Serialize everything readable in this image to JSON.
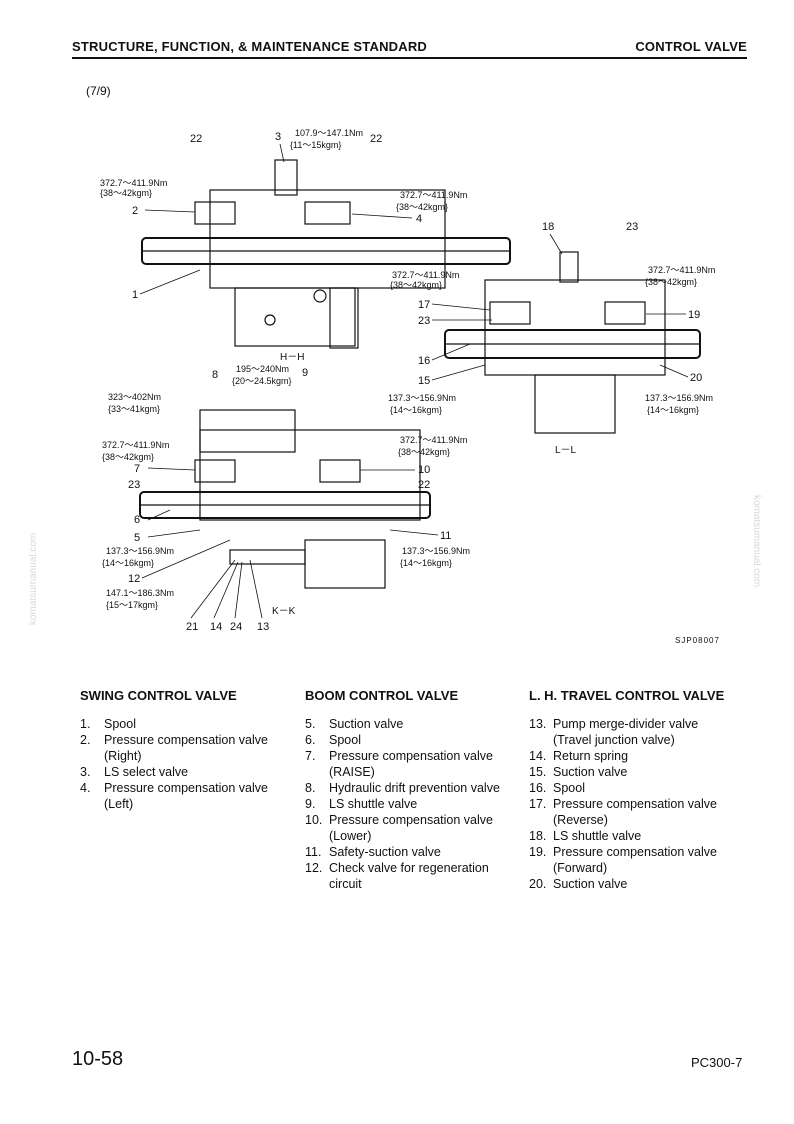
{
  "header": {
    "left": "STRUCTURE, FUNCTION, & MAINTENANCE STANDARD",
    "right": "CONTROL VALVE"
  },
  "page_info": "(7/9)",
  "figure": {
    "code": "SJP08007",
    "sections": {
      "hh": "H－H",
      "ll": "L－L",
      "kk": "K－K"
    },
    "torques": {
      "t_107": "107.9～147.1Nm",
      "t_107b": "{11～15kgm}",
      "t_372": "372.7～411.9Nm",
      "t_372b": "{38～42kgm}",
      "t_195": "195～240Nm",
      "t_195b": "{20～24.5kgm}",
      "t_323": "323～402Nm",
      "t_323b": "{33～41kgm}",
      "t_137": "137.3～156.9Nm",
      "t_137b": "{14～16kgm}",
      "t_147": "147.1～186.3Nm",
      "t_147b": "{15～17kgm}"
    },
    "callouts": {
      "c1": "1",
      "c2": "2",
      "c3": "3",
      "c4": "4",
      "c5": "5",
      "c6": "6",
      "c7": "7",
      "c8": "8",
      "c9": "9",
      "c10": "10",
      "c11": "11",
      "c12": "12",
      "c13": "13",
      "c14": "14",
      "c15": "15",
      "c16": "16",
      "c17": "17",
      "c18": "18",
      "c19": "19",
      "c20": "20",
      "c21": "21",
      "c22": "22",
      "c23": "23",
      "c24": "24"
    }
  },
  "swing": {
    "title": "SWING CONTROL VALVE",
    "items": [
      {
        "n": "1.",
        "t": "Spool"
      },
      {
        "n": "2.",
        "t": "Pressure compensation valve (Right)"
      },
      {
        "n": "3.",
        "t": "LS select valve"
      },
      {
        "n": "4.",
        "t": "Pressure compensation valve (Left)"
      }
    ]
  },
  "boom": {
    "title": "BOOM CONTROL VALVE",
    "items": [
      {
        "n": "5.",
        "t": "Suction valve"
      },
      {
        "n": "6.",
        "t": "Spool"
      },
      {
        "n": "7.",
        "t": "Pressure compensation valve (RAISE)"
      },
      {
        "n": "8.",
        "t": "Hydraulic drift prevention valve"
      },
      {
        "n": "9.",
        "t": "LS shuttle valve"
      },
      {
        "n": "10.",
        "t": "Pressure compensation valve (Lower)"
      },
      {
        "n": "11.",
        "t": "Safety-suction valve"
      },
      {
        "n": "12.",
        "t": "Check valve for regeneration circuit"
      }
    ]
  },
  "travel": {
    "title": "L. H. TRAVEL CONTROL VALVE",
    "items": [
      {
        "n": "13.",
        "t": "Pump merge-divider valve (Travel junction valve)"
      },
      {
        "n": "14.",
        "t": "Return spring"
      },
      {
        "n": "15.",
        "t": "Suction valve"
      },
      {
        "n": "16.",
        "t": "Spool"
      },
      {
        "n": "17.",
        "t": "Pressure compensation valve (Reverse)"
      },
      {
        "n": "18.",
        "t": "LS shuttle valve"
      },
      {
        "n": "19.",
        "t": "Pressure compensation valve (Forward)"
      },
      {
        "n": "20.",
        "t": "Suction valve"
      }
    ]
  },
  "watermark": "komatsumanual.com",
  "footer": {
    "page": "10-58",
    "model": "PC300-7"
  }
}
